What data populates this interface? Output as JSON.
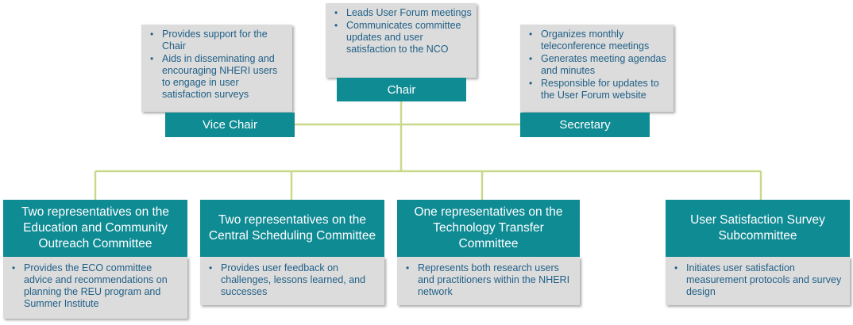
{
  "colors": {
    "teal": "#0f8b94",
    "gray_box": "#dcdcdc",
    "bullet_text": "#1f5f86",
    "connector": "#c8d98c"
  },
  "roles": {
    "chair": {
      "title": "Chair",
      "bullets": [
        "Leads User Forum meetings",
        "Communicates committee updates and user satisfaction to the NCO"
      ]
    },
    "vice_chair": {
      "title": "Vice Chair",
      "bullets": [
        "Provides support for the Chair",
        "Aids in disseminating and encouraging NHERI users to engage in user satisfaction surveys"
      ]
    },
    "secretary": {
      "title": "Secretary",
      "bullets": [
        "Organizes monthly teleconference meetings",
        "Generates meeting agendas and minutes",
        "Responsible for updates to the User Forum website"
      ]
    }
  },
  "committees": [
    {
      "title": "Two representatives on the Education and Community Outreach Committee",
      "bullets": [
        "Provides the ECO committee advice and recommendations on planning the REU program and Summer Institute"
      ]
    },
    {
      "title": "Two representatives on the Central Scheduling Committee",
      "bullets": [
        "Provides user feedback on challenges, lessons learned, and successes"
      ]
    },
    {
      "title": "One representatives on the Technology Transfer Committee",
      "bullets": [
        "Represents both research users and practitioners within the NHERI network"
      ]
    },
    {
      "title": "User Satisfaction Survey Subcommittee",
      "bullets": [
        "Initiates user satisfaction measurement protocols and survey design"
      ]
    }
  ]
}
